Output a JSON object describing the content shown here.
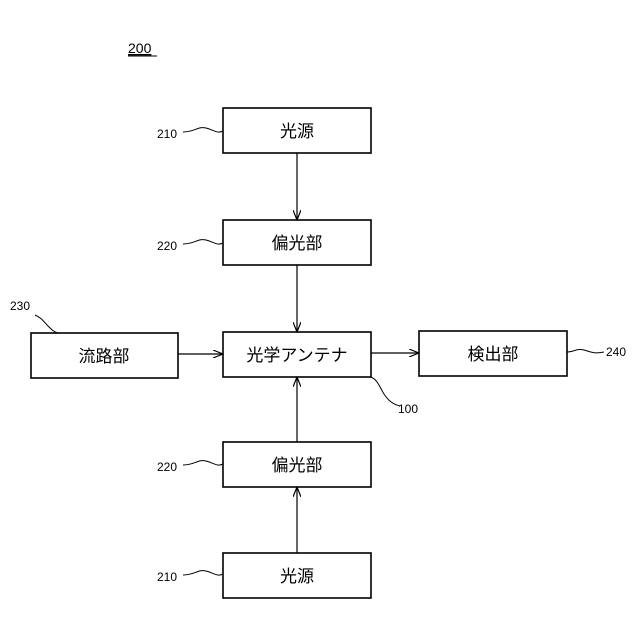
{
  "figure_number": "200",
  "blocks": {
    "light_source_top": {
      "label": "光源",
      "ref": "210"
    },
    "polarizer_top": {
      "label": "偏光部",
      "ref": "220"
    },
    "flow_path": {
      "label": "流路部",
      "ref": "230"
    },
    "optical_antenna": {
      "label": "光学アンテナ",
      "ref": "100"
    },
    "detector": {
      "label": "検出部",
      "ref": "240"
    },
    "polarizer_bottom": {
      "label": "偏光部",
      "ref": "220"
    },
    "light_source_bottom": {
      "label": "光源",
      "ref": "210"
    }
  }
}
